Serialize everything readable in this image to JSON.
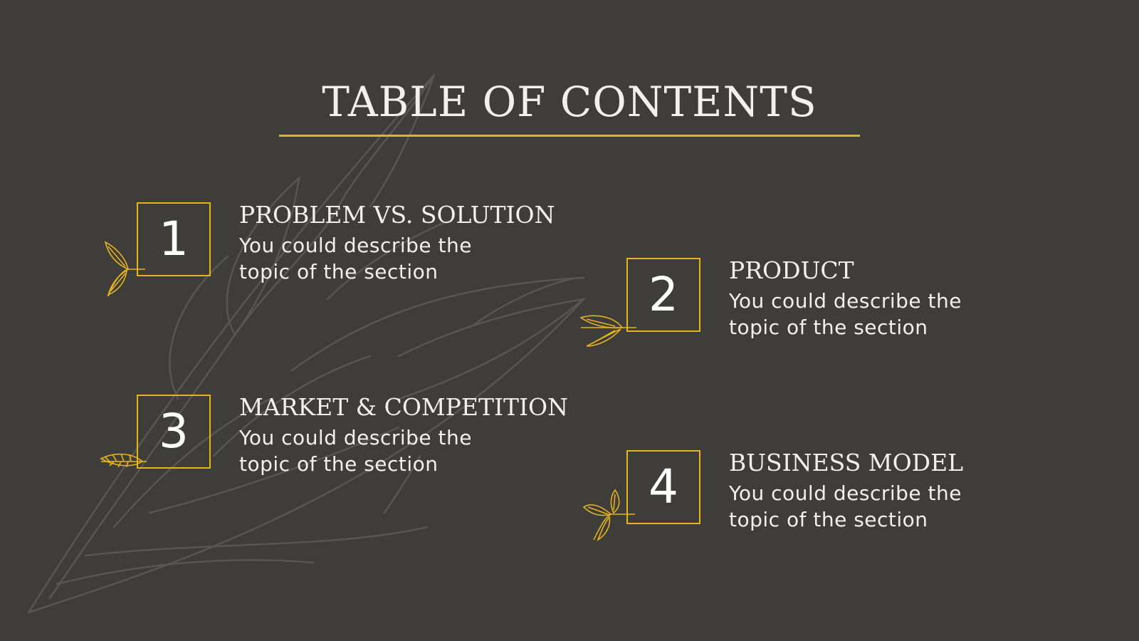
{
  "slide": {
    "title": "TABLE OF CONTENTS",
    "accent_color": "#e6b31e",
    "background_color": "#3e3d39",
    "sections": [
      {
        "number": "1",
        "title": "PROBLEM VS. SOLUTION",
        "description": "You could describe the topic of the section"
      },
      {
        "number": "2",
        "title": "PRODUCT",
        "description": "You could describe the topic of the section"
      },
      {
        "number": "3",
        "title": "MARKET & COMPETITION",
        "description": "You could describe the topic of the section"
      },
      {
        "number": "4",
        "title": "BUSINESS MODEL",
        "description": "You could describe the topic of the section"
      }
    ],
    "icons": {
      "decoration": "leaf-sprig-icon",
      "background": "leaf-illustration"
    }
  }
}
